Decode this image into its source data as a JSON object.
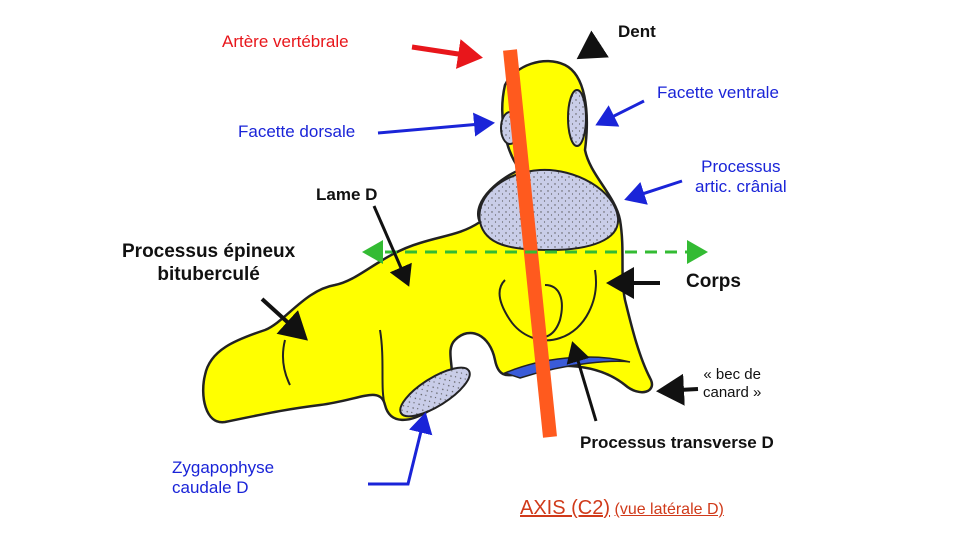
{
  "labels": {
    "artere": "Artère vertébrale",
    "dent": "Dent",
    "facette_ventrale": "Facette ventrale",
    "facette_dorsale": "Facette dorsale",
    "processus_artic_1": "Processus",
    "processus_artic_2": "artic. crânial",
    "lame": "Lame D",
    "processus_epineux_1": "Processus  épineux",
    "processus_epineux_2": "bituberculé",
    "corps": "Corps",
    "bec_1": "« bec de",
    "bec_2": "canard »",
    "processus_transverse": "Processus transverse D",
    "zygapophyse_1": "Zygapophyse",
    "zygapophyse_2": "caudale D"
  },
  "caption": {
    "title": "AXIS  (C2)",
    "subtitle": "(vue latérale D)"
  },
  "colors": {
    "bone": "#ffff00",
    "facet": "#c9cde8",
    "artery": "#ff5a1e",
    "dashed_line": "#33bb33",
    "red_text": "#e8161b",
    "blue_text": "#1a24d8"
  }
}
